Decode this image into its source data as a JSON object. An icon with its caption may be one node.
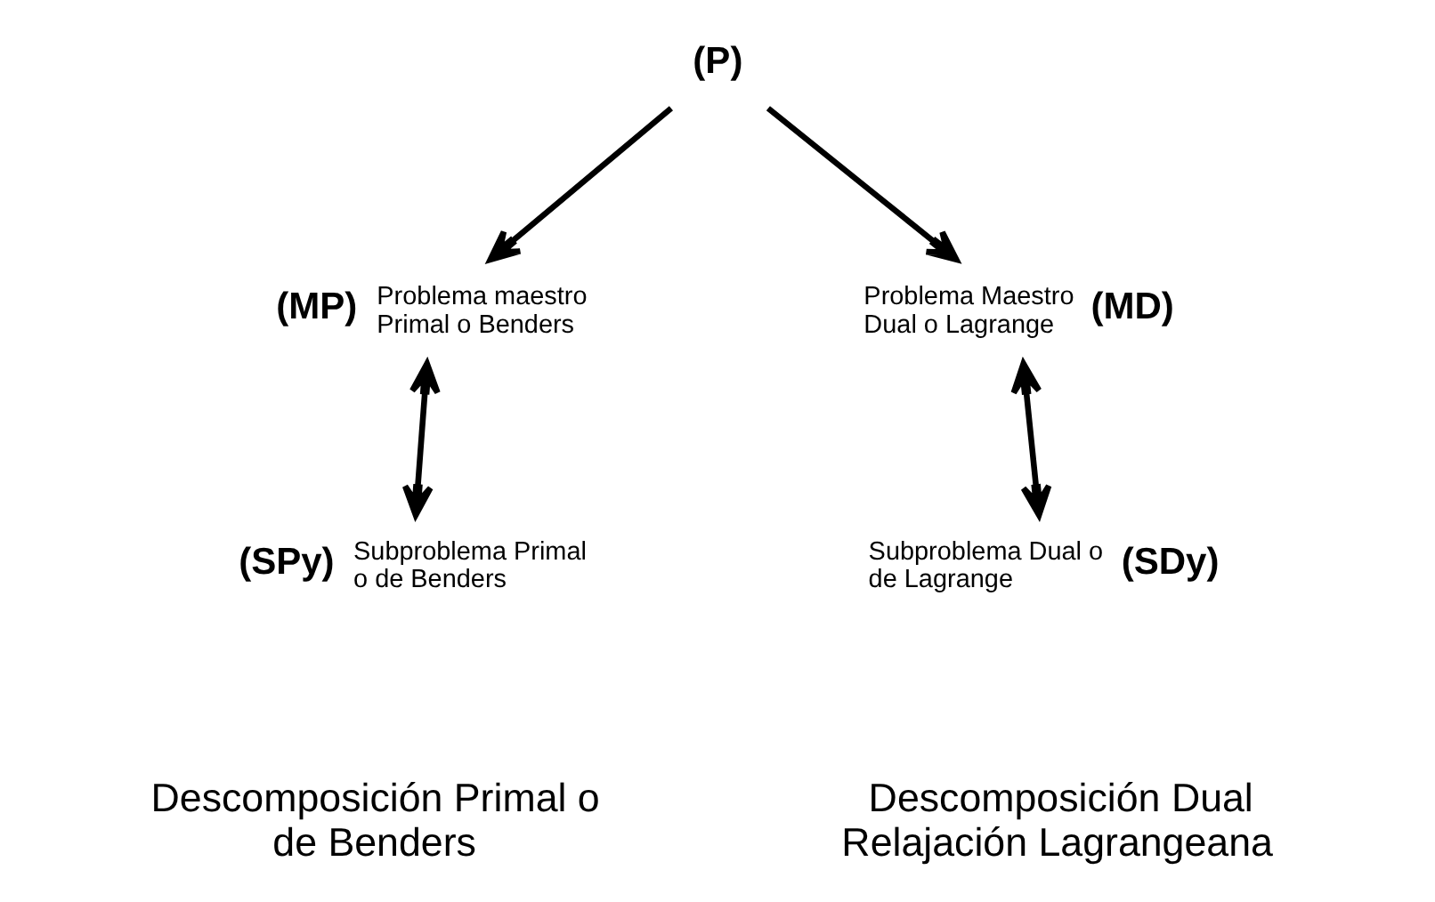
{
  "diagram": {
    "nodes": [
      {
        "text": [
          "(P)"
        ]
      },
      {
        "text": [
          "(MP)"
        ],
        "beside": [
          "Problema maestro Primal o Benders"
        ]
      },
      {
        "text": [
          "(MD)"
        ],
        "beside": [
          "Problema Maestro Dual o Lagrange"
        ]
      },
      {
        "text": [
          "(SPy)"
        ],
        "beside": [
          "Subproblema Primal o de Benders"
        ]
      },
      {
        "text": [
          "(SDy)"
        ],
        "beside": [
          "Subproblema Dual o de Lagrange"
        ]
      }
    ],
    "edges": [
      {
        "from": 0,
        "to": 1,
        "arrow": "to"
      },
      {
        "from": 0,
        "to": 2,
        "arrow": "to"
      },
      {
        "from": 1,
        "to": 3,
        "arrow": "both"
      },
      {
        "from": 2,
        "to": 4,
        "arrow": "both"
      }
    ],
    "labels": [
      "Descomposición Primal o de Benders",
      "Descomposición Dual Relajación Lagrangeana"
    ]
  }
}
